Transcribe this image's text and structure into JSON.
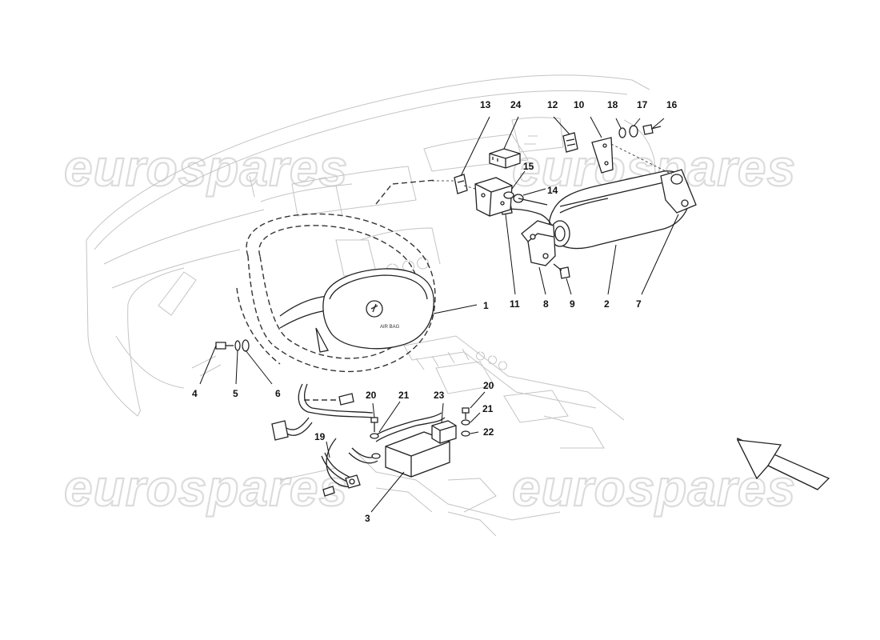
{
  "watermark": "eurospares",
  "airbag_label": "AIR BAG",
  "callouts": [
    {
      "id": "c1",
      "label": "1"
    },
    {
      "id": "c2",
      "label": "2"
    },
    {
      "id": "c3",
      "label": "3"
    },
    {
      "id": "c4",
      "label": "4"
    },
    {
      "id": "c5",
      "label": "5"
    },
    {
      "id": "c6",
      "label": "6"
    },
    {
      "id": "c7",
      "label": "7"
    },
    {
      "id": "c8",
      "label": "8"
    },
    {
      "id": "c9",
      "label": "9"
    },
    {
      "id": "c10",
      "label": "10"
    },
    {
      "id": "c11",
      "label": "11"
    },
    {
      "id": "c12",
      "label": "12"
    },
    {
      "id": "c13",
      "label": "13"
    },
    {
      "id": "c14",
      "label": "14"
    },
    {
      "id": "c15",
      "label": "15"
    },
    {
      "id": "c16",
      "label": "16"
    },
    {
      "id": "c17",
      "label": "17"
    },
    {
      "id": "c18",
      "label": "18"
    },
    {
      "id": "c19",
      "label": "19"
    },
    {
      "id": "c20a",
      "label": "20"
    },
    {
      "id": "c20b",
      "label": "20"
    },
    {
      "id": "c21a",
      "label": "21"
    },
    {
      "id": "c21b",
      "label": "21"
    },
    {
      "id": "c22",
      "label": "22"
    },
    {
      "id": "c23",
      "label": "23"
    },
    {
      "id": "c24",
      "label": "24"
    }
  ],
  "direction_arrow": "front-direction-arrow",
  "colors": {
    "line": "#222222",
    "ghost": "#c4c4c4",
    "watermark": "#dcdcdc"
  }
}
